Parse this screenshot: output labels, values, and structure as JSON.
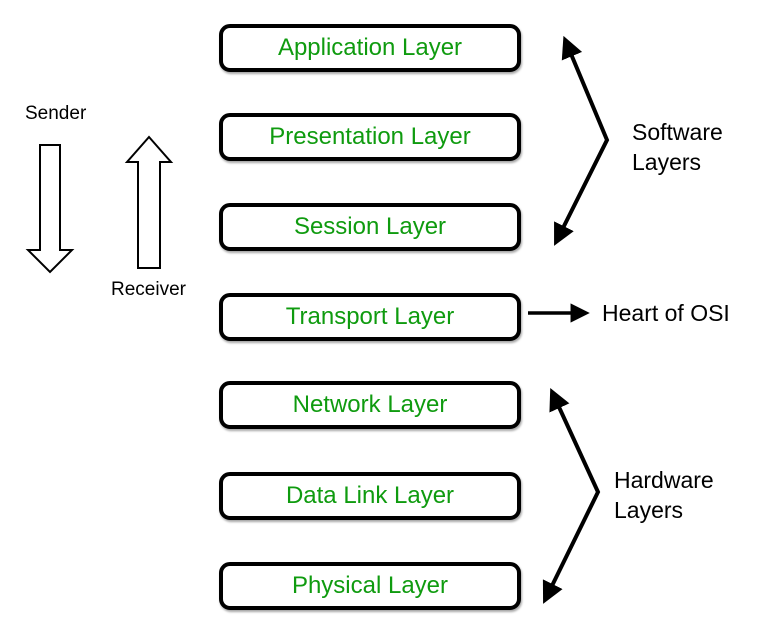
{
  "layers": [
    "Application Layer",
    "Presentation Layer",
    "Session Layer",
    "Transport Layer",
    "Network Layer",
    "Data Link Layer",
    "Physical Layer"
  ],
  "labels": {
    "sender": "Sender",
    "receiver": "Receiver",
    "software_layers": "Software\nLayers",
    "hardware_layers": "Hardware\nLayers",
    "heart_of_osi": "Heart of OSI"
  },
  "icons": {
    "sender_down_arrow": "hollow-down-arrow",
    "receiver_up_arrow": "hollow-up-arrow",
    "software_layers_span_arrow": "double-headed-bent-arrow",
    "hardware_layers_span_arrow": "double-headed-bent-arrow",
    "heart_of_osi_arrow": "right-arrow"
  },
  "colors": {
    "layer_text": "#0f9b0f",
    "box_border": "#000000",
    "label_text": "#000000",
    "background": "#ffffff"
  }
}
